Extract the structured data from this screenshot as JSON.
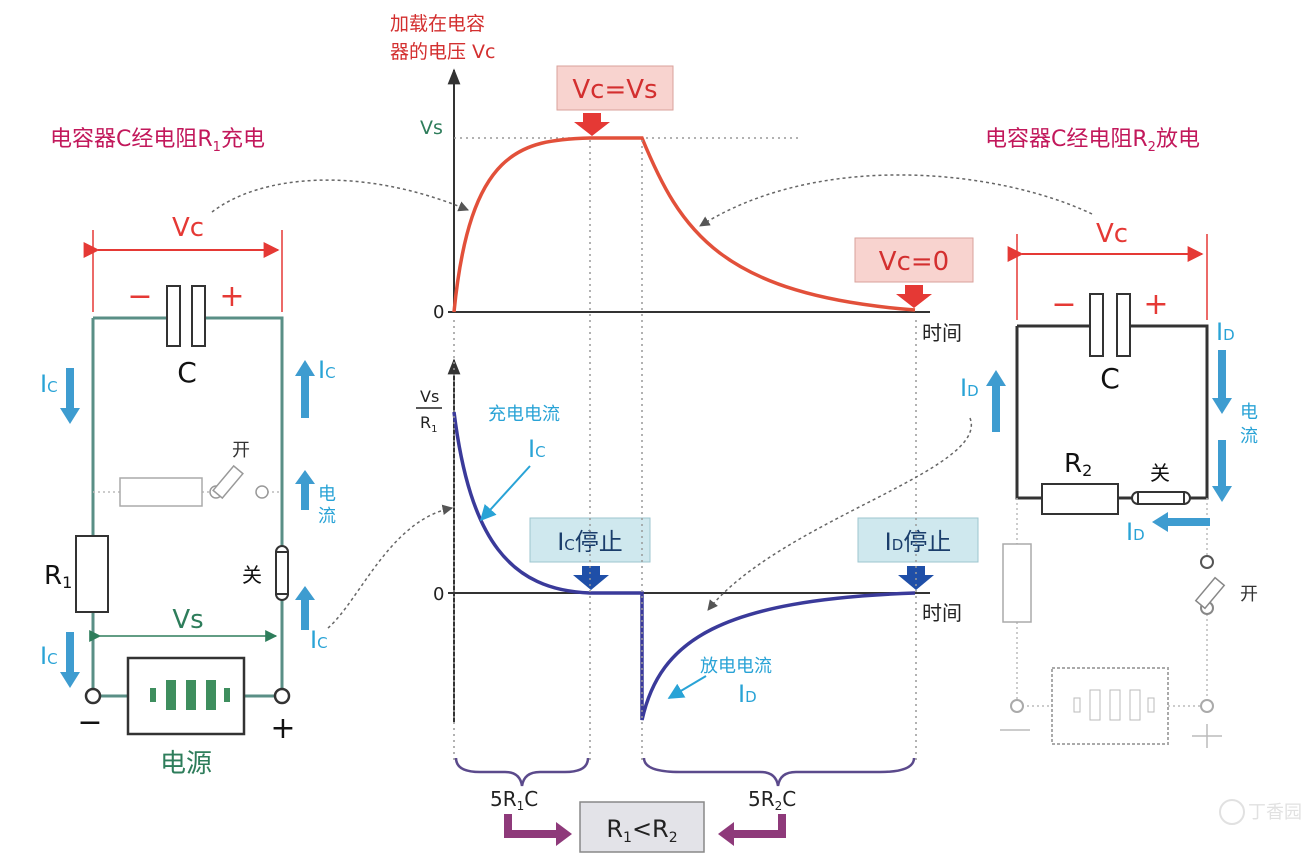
{
  "colors": {
    "magenta": "#c2185b",
    "red": "#e53935",
    "redLabel": "#d32f2f",
    "green": "#2e7d5b",
    "cyan": "#29a3d6",
    "navy": "#283593",
    "wire": "#5a8f86",
    "label_box_pink": "#f8d3cf",
    "label_box_cyan": "#cfe8ee",
    "gray": "#9e9e9e"
  },
  "charge_title_main": "电容器C经电阻R",
  "charge_title_sub": "1",
  "charge_title_end": "充电",
  "discharge_title_main": "电容器C经电阻R",
  "discharge_title_sub": "2",
  "discharge_title_end": "放电",
  "vc_axis_label_line1": "加载在电容",
  "vc_axis_label_line2": "器的电压 Vc",
  "vs_tick": "Vs",
  "zero_tick_top": "0",
  "zero_tick_bottom": "0",
  "time_label_top": "时间",
  "time_label_bottom": "时间",
  "vc_eq_vs": "Vc=Vs",
  "vc_eq_0": "Vc=0",
  "vs_over_r1_num": "Vs",
  "vs_over_r1_den": "R",
  "vs_over_r1_den_sub": "1",
  "charge_current_label": "充电电流",
  "discharge_current_label": "放电电流",
  "ic_label": "I",
  "ic_sub": "C",
  "id_label": "I",
  "id_sub": "D",
  "ic_stop_label": "停止",
  "id_stop_label": "停止",
  "tau_charge": "5R",
  "tau_charge_sub": "1",
  "tau_charge_end": "C",
  "tau_discharge": "5R",
  "tau_discharge_sub": "2",
  "tau_discharge_end": "C",
  "r_compare": "R",
  "r_compare_sub1": "1",
  "r_compare_mid": "<R",
  "r_compare_sub2": "2",
  "left_circuit": {
    "vc_label": "Vc",
    "minus": "−",
    "plus": "+",
    "cap_label": "C",
    "r_label": "R",
    "r_sub": "1",
    "open_label": "开",
    "closed_label": "关",
    "current_word": "电\n流",
    "vs_label": "Vs",
    "battery_minus": "−",
    "battery_plus": "+",
    "power_label": "电源"
  },
  "right_circuit": {
    "vc_label": "Vc",
    "minus": "−",
    "plus": "+",
    "cap_label": "C",
    "r_label": "R",
    "r_sub": "2",
    "closed_label": "关",
    "open_label": "开",
    "current_word": "电\n流"
  },
  "watermark": "丁香园"
}
